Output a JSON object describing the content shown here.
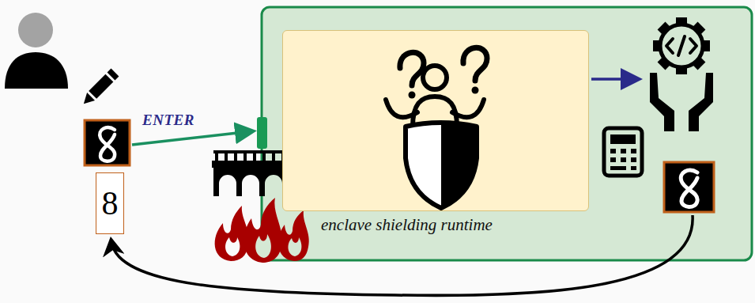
{
  "diagram": {
    "nodes": [
      {
        "text": [
          "8"
        ]
      },
      {
        "text": [
          "enclave shielding runtime"
        ]
      }
    ],
    "labels": [
      "ENTER"
    ]
  }
}
